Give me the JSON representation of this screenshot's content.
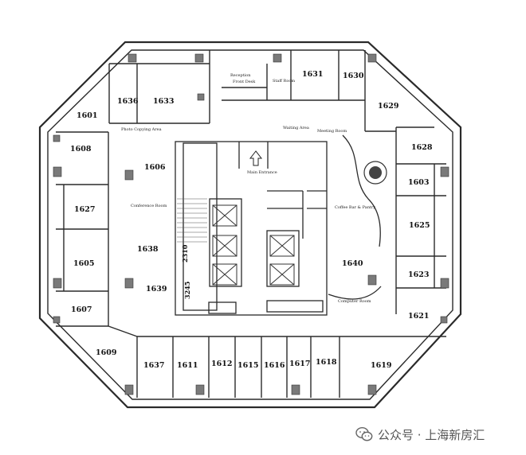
{
  "rooms": {
    "r1601": "1601",
    "r1636": "1636",
    "r1633": "1633",
    "r1631": "1631",
    "r1630": "1630",
    "r1629": "1629",
    "r1628": "1628",
    "r1603": "1603",
    "r1625": "1625",
    "r1623": "1623",
    "r1621": "1621",
    "r1608": "1608",
    "r1606": "1606",
    "r1627": "1627",
    "r1605": "1605",
    "r1638": "1638",
    "r1639": "1639",
    "r1607": "1607",
    "r1640": "1640",
    "r1609": "1609",
    "r1637": "1637",
    "r1611": "1611",
    "r1612": "1612",
    "r1615": "1615",
    "r1616": "1616",
    "r1617": "1617",
    "r1618": "1618",
    "r1619": "1619"
  },
  "labels": {
    "reception": "Reception",
    "front_desk": "Front Desk",
    "staff_room": "Staff Room",
    "photo_copying": "Photo Copying Area",
    "waiting_area": "Waiting Area",
    "meeting_room": "Meeting Room",
    "conference_room": "Conference Room",
    "main_entrance": "Main Entrance",
    "coffee_bar": "Coffee Bar & Pantry",
    "computer_room": "Computer Room",
    "dim_2310": "2310",
    "dim_3245": "3245"
  },
  "watermark": {
    "text": "公众号 · 上海新房汇"
  }
}
